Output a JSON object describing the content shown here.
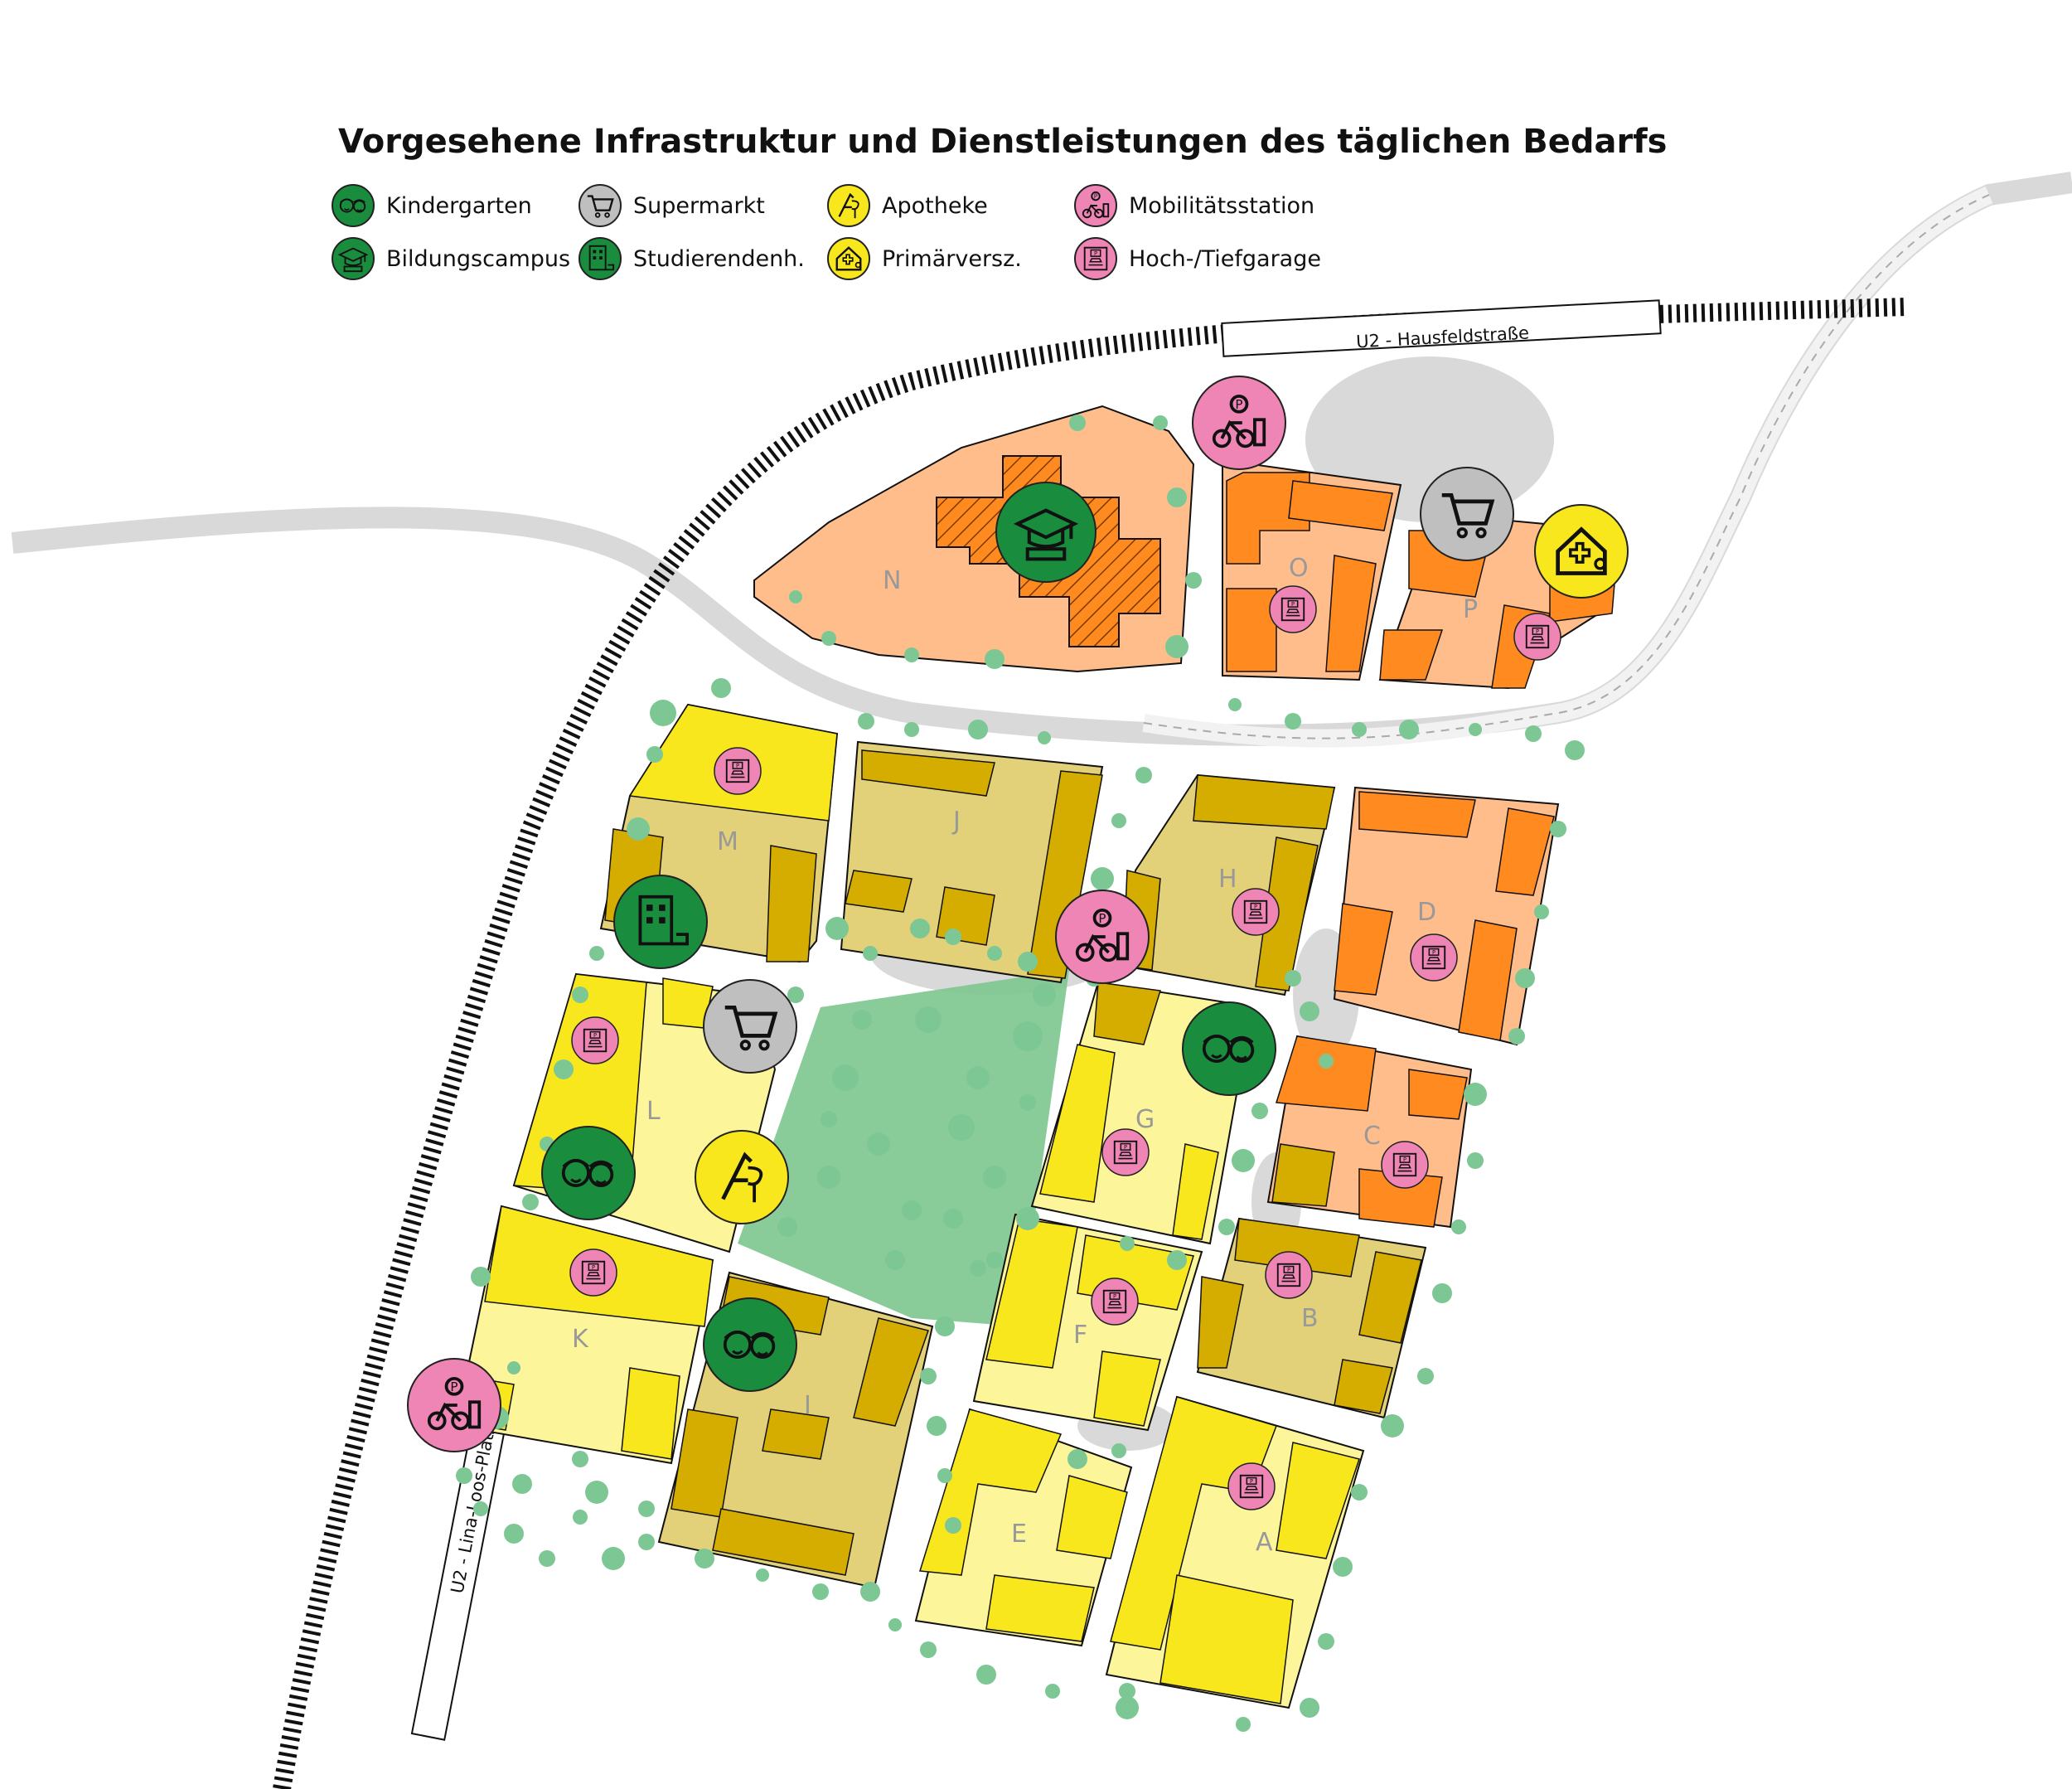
{
  "title": "Vorgesehene Infrastruktur und Dienstleistungen des täglichen Bedarfs",
  "legend": [
    {
      "label": "Kindergarten",
      "icon": "kids-faces-icon",
      "color": "#1a8c3e"
    },
    {
      "label": "Bildungscampus",
      "icon": "graduation-cap-icon",
      "color": "#1a8c3e"
    },
    {
      "label": "Supermarkt",
      "icon": "shopping-cart-icon",
      "color": "#bfbfbf"
    },
    {
      "label": "Studierendenh.",
      "icon": "student-housing-icon",
      "color": "#1a8c3e"
    },
    {
      "label": "Apotheke",
      "icon": "pharmacy-icon",
      "color": "#f8e71c"
    },
    {
      "label": "Primärversz.",
      "icon": "health-house-icon",
      "color": "#f8e71c"
    },
    {
      "label": "Mobilitätsstation",
      "icon": "bike-parking-icon",
      "color": "#ee85b5"
    },
    {
      "label": "Hoch-/Tiefgarage",
      "icon": "garage-icon",
      "color": "#ee85b5"
    }
  ],
  "stations": {
    "north": "U2 - Hausfeldstraße",
    "west": "U2 - Lina-Loos-Platz"
  },
  "blocks": [
    "A",
    "B",
    "C",
    "D",
    "E",
    "F",
    "G",
    "H",
    "I",
    "J",
    "K",
    "L",
    "M",
    "N",
    "O",
    "P"
  ],
  "colors": {
    "yellow": "#f8e71c",
    "light_yellow": "#fdf59a",
    "olive": "#d4ad00",
    "light_olive": "#e3d17a",
    "orange": "#ff8a1f",
    "light_orange": "#ffc08a",
    "salmon": "#ffbd8c",
    "park": "#7cc68f",
    "tree": "#7dc794",
    "green_icon": "#1a8c3e",
    "pink_icon": "#ee85b5",
    "grey_icon": "#bfbfbf"
  }
}
